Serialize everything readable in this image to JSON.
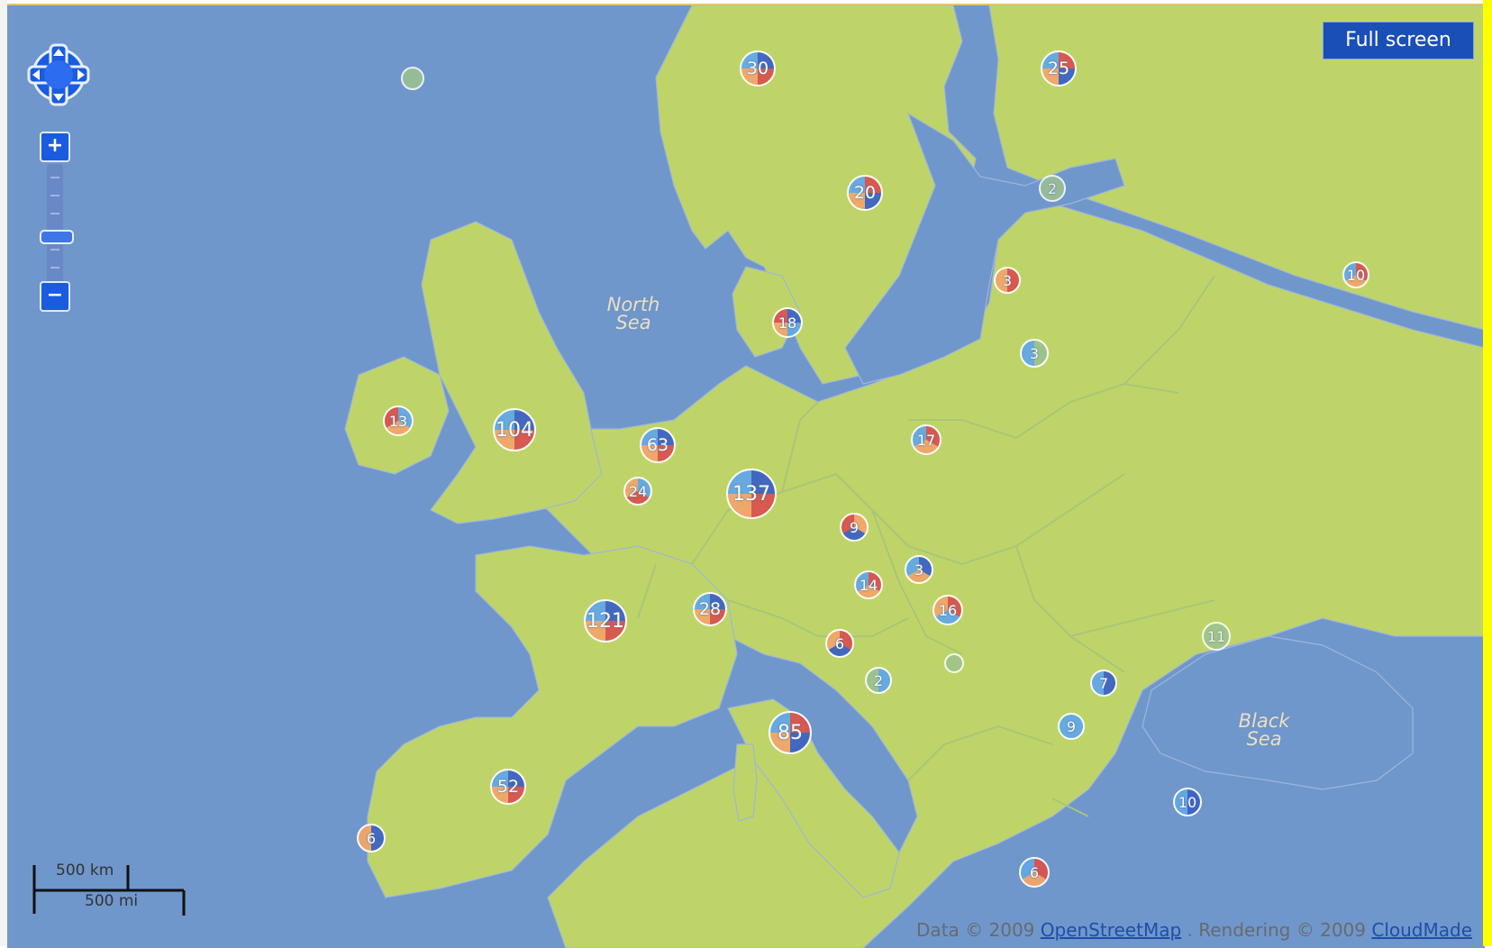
{
  "controls": {
    "fullscreen_label": "Full screen",
    "pan_icon": "pan-arrows-icon",
    "zoom_in_icon": "plus-icon",
    "zoom_out_icon": "minus-icon",
    "zoom_level_fraction": 0.55
  },
  "labels": {
    "north_sea": [
      "North",
      "Sea"
    ],
    "black_sea": [
      "Black",
      "Sea"
    ]
  },
  "scale": {
    "km_label": "500 km",
    "mi_label": "500 mi"
  },
  "attribution": {
    "data_prefix": "Data © 2009",
    "data_link": "OpenStreetMap",
    "rendering_prefix": ". Rendering © 2009",
    "rendering_link": "CloudMade"
  },
  "colors": {
    "sea": "#6f97cc",
    "land": "#bfd468",
    "marker_red": "#d9534f",
    "marker_blue": "#3c63c5",
    "marker_lightblue": "#62a8e6",
    "marker_orange": "#f1a66a",
    "marker_grey": "#9cc38e"
  },
  "markers": [
    {
      "id": "norway",
      "count": "30",
      "palette": [
        "#3c63c5",
        "#d9534f",
        "#f1a66a",
        "#62a8e6"
      ]
    },
    {
      "id": "finland",
      "count": "25",
      "palette": [
        "#d9534f",
        "#3c63c5",
        "#f1a66a",
        "#62a8e6"
      ]
    },
    {
      "id": "sweden",
      "count": "20",
      "palette": [
        "#d9534f",
        "#3c63c5",
        "#f1a66a",
        "#62a8e6"
      ]
    },
    {
      "id": "estonia",
      "count": "2",
      "palette": [
        "#9cc38e"
      ]
    },
    {
      "id": "latvia",
      "count": "3",
      "palette": [
        "#d9534f",
        "#f1a66a"
      ]
    },
    {
      "id": "russia",
      "count": "10",
      "palette": [
        "#d9534f",
        "#f1a66a",
        "#62a8e6"
      ]
    },
    {
      "id": "lithuania",
      "count": "3",
      "palette": [
        "#9cc38e",
        "#62a8e6"
      ]
    },
    {
      "id": "denmark",
      "count": "18",
      "palette": [
        "#3c63c5",
        "#62a8e6",
        "#f1a66a",
        "#d9534f"
      ]
    },
    {
      "id": "ireland",
      "count": "13",
      "palette": [
        "#62a8e6",
        "#f1a66a",
        "#d9534f"
      ]
    },
    {
      "id": "uk",
      "count": "104",
      "palette": [
        "#3c63c5",
        "#d9534f",
        "#f1a66a",
        "#62a8e6"
      ]
    },
    {
      "id": "netherlands",
      "count": "63",
      "palette": [
        "#3c63c5",
        "#d9534f",
        "#f1a66a",
        "#62a8e6"
      ]
    },
    {
      "id": "belgium",
      "count": "24",
      "palette": [
        "#62a8e6",
        "#d9534f",
        "#f1a66a"
      ]
    },
    {
      "id": "germany",
      "count": "137",
      "palette": [
        "#3c63c5",
        "#d9534f",
        "#f1a66a",
        "#62a8e6"
      ]
    },
    {
      "id": "poland",
      "count": "17",
      "palette": [
        "#d9534f",
        "#f1a66a",
        "#62a8e6"
      ]
    },
    {
      "id": "czech",
      "count": "9",
      "palette": [
        "#f1a66a",
        "#3c63c5",
        "#d9534f"
      ]
    },
    {
      "id": "slovakia",
      "count": "3",
      "palette": [
        "#3c63c5",
        "#f1a66a",
        "#62a8e6"
      ]
    },
    {
      "id": "austria",
      "count": "14",
      "palette": [
        "#d9534f",
        "#f1a66a",
        "#62a8e6"
      ]
    },
    {
      "id": "hungary",
      "count": "16",
      "palette": [
        "#d9534f",
        "#62a8e6",
        "#f1a66a"
      ]
    },
    {
      "id": "switzerland",
      "count": "28",
      "palette": [
        "#3c63c5",
        "#d9534f",
        "#f1a66a",
        "#62a8e6"
      ]
    },
    {
      "id": "france",
      "count": "121",
      "palette": [
        "#3c63c5",
        "#d9534f",
        "#f1a66a",
        "#62a8e6"
      ]
    },
    {
      "id": "slovenia",
      "count": "6",
      "palette": [
        "#d9534f",
        "#3c63c5",
        "#f1a66a"
      ]
    },
    {
      "id": "serbia",
      "count": "",
      "palette": [
        "#9cc38e"
      ]
    },
    {
      "id": "bosnia",
      "count": "2",
      "palette": [
        "#62a8e6",
        "#9cc38e"
      ]
    },
    {
      "id": "romania",
      "count": "7",
      "palette": [
        "#3c63c5",
        "#62a8e6"
      ]
    },
    {
      "id": "ukraine",
      "count": "11",
      "palette": [
        "#9cc38e"
      ]
    },
    {
      "id": "bulgaria",
      "count": "9",
      "palette": [
        "#62a8e6"
      ]
    },
    {
      "id": "italy",
      "count": "85",
      "palette": [
        "#d9534f",
        "#3c63c5",
        "#f1a66a",
        "#62a8e6"
      ]
    },
    {
      "id": "spain",
      "count": "52",
      "palette": [
        "#3c63c5",
        "#d9534f",
        "#f1a66a",
        "#62a8e6"
      ]
    },
    {
      "id": "portugal",
      "count": "6",
      "palette": [
        "#3c63c5",
        "#f1a66a"
      ]
    },
    {
      "id": "turkey",
      "count": "10",
      "palette": [
        "#3c63c5",
        "#62a8e6"
      ]
    },
    {
      "id": "greece",
      "count": "6",
      "palette": [
        "#d9534f",
        "#f1a66a",
        "#62a8e6"
      ]
    },
    {
      "id": "iceland",
      "count": "",
      "palette": [
        "#9cc38e"
      ]
    }
  ]
}
